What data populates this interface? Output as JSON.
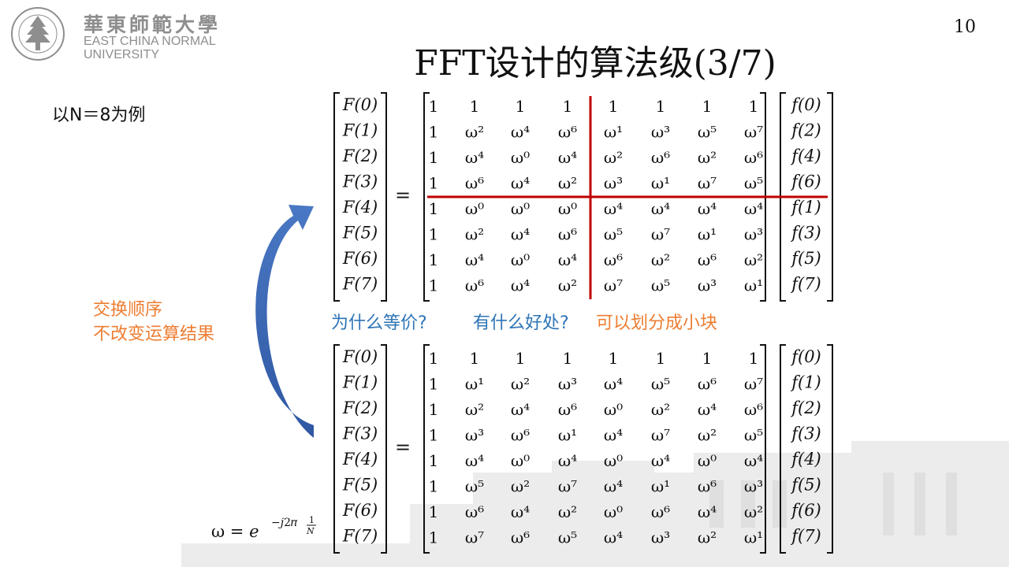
{
  "header": {
    "logo_cn": "華東師範大學",
    "logo_en_1": "EAST CHINA NORMAL",
    "logo_en_2": "UNIVERSITY",
    "page_number": "10"
  },
  "slide": {
    "title": "FFT设计的算法级(3/7)",
    "example": "以N＝8为例",
    "note_line1": "交换顺序",
    "note_line2": "不改变运算结果",
    "question1": "为什么等价?",
    "question2": "有什么好处?",
    "answer": "可以划分成小块",
    "omega_definition": "ω = e^(−j2π·1/N)"
  },
  "matrix_top": {
    "lhs": [
      "F(0)",
      "F(1)",
      "F(2)",
      "F(3)",
      "F(4)",
      "F(5)",
      "F(6)",
      "F(7)"
    ],
    "equals": "=",
    "rows": [
      [
        "1",
        "1",
        "1",
        "1",
        "1",
        "1",
        "1",
        "1"
      ],
      [
        "1",
        "ω²",
        "ω⁴",
        "ω⁶",
        "ω¹",
        "ω³",
        "ω⁵",
        "ω⁷"
      ],
      [
        "1",
        "ω⁴",
        "ω⁰",
        "ω⁴",
        "ω²",
        "ω⁶",
        "ω²",
        "ω⁶"
      ],
      [
        "1",
        "ω⁶",
        "ω⁴",
        "ω²",
        "ω³",
        "ω¹",
        "ω⁷",
        "ω⁵"
      ],
      [
        "1",
        "ω⁰",
        "ω⁰",
        "ω⁰",
        "ω⁴",
        "ω⁴",
        "ω⁴",
        "ω⁴"
      ],
      [
        "1",
        "ω²",
        "ω⁴",
        "ω⁶",
        "ω⁵",
        "ω⁷",
        "ω¹",
        "ω³"
      ],
      [
        "1",
        "ω⁴",
        "ω⁰",
        "ω⁴",
        "ω⁶",
        "ω²",
        "ω⁶",
        "ω²"
      ],
      [
        "1",
        "ω⁶",
        "ω⁴",
        "ω²",
        "ω⁷",
        "ω⁵",
        "ω³",
        "ω¹"
      ]
    ],
    "rhs": [
      "f(0)",
      "f(2)",
      "f(4)",
      "f(6)",
      "f(1)",
      "f(3)",
      "f(5)",
      "f(7)"
    ],
    "divider_color": "#c00000"
  },
  "matrix_bottom": {
    "lhs": [
      "F(0)",
      "F(1)",
      "F(2)",
      "F(3)",
      "F(4)",
      "F(5)",
      "F(6)",
      "F(7)"
    ],
    "equals": "=",
    "rows": [
      [
        "1",
        "1",
        "1",
        "1",
        "1",
        "1",
        "1",
        "1"
      ],
      [
        "1",
        "ω¹",
        "ω²",
        "ω³",
        "ω⁴",
        "ω⁵",
        "ω⁶",
        "ω⁷"
      ],
      [
        "1",
        "ω²",
        "ω⁴",
        "ω⁶",
        "ω⁰",
        "ω²",
        "ω⁴",
        "ω⁶"
      ],
      [
        "1",
        "ω³",
        "ω⁶",
        "ω¹",
        "ω⁴",
        "ω⁷",
        "ω²",
        "ω⁵"
      ],
      [
        "1",
        "ω⁴",
        "ω⁰",
        "ω⁴",
        "ω⁰",
        "ω⁴",
        "ω⁰",
        "ω⁴"
      ],
      [
        "1",
        "ω⁵",
        "ω²",
        "ω⁷",
        "ω⁴",
        "ω¹",
        "ω⁶",
        "ω³"
      ],
      [
        "1",
        "ω⁶",
        "ω⁴",
        "ω²",
        "ω⁰",
        "ω⁶",
        "ω⁴",
        "ω²"
      ],
      [
        "1",
        "ω⁷",
        "ω⁶",
        "ω⁵",
        "ω⁴",
        "ω³",
        "ω²",
        "ω¹"
      ]
    ],
    "rhs": [
      "f(0)",
      "f(1)",
      "f(2)",
      "f(3)",
      "f(4)",
      "f(5)",
      "f(6)",
      "f(7)"
    ]
  },
  "colors": {
    "orange": "#ed7d31",
    "blue": "#2e75b6",
    "arrow": "#3b66b3",
    "logo_gray": "#8e8e8e"
  }
}
